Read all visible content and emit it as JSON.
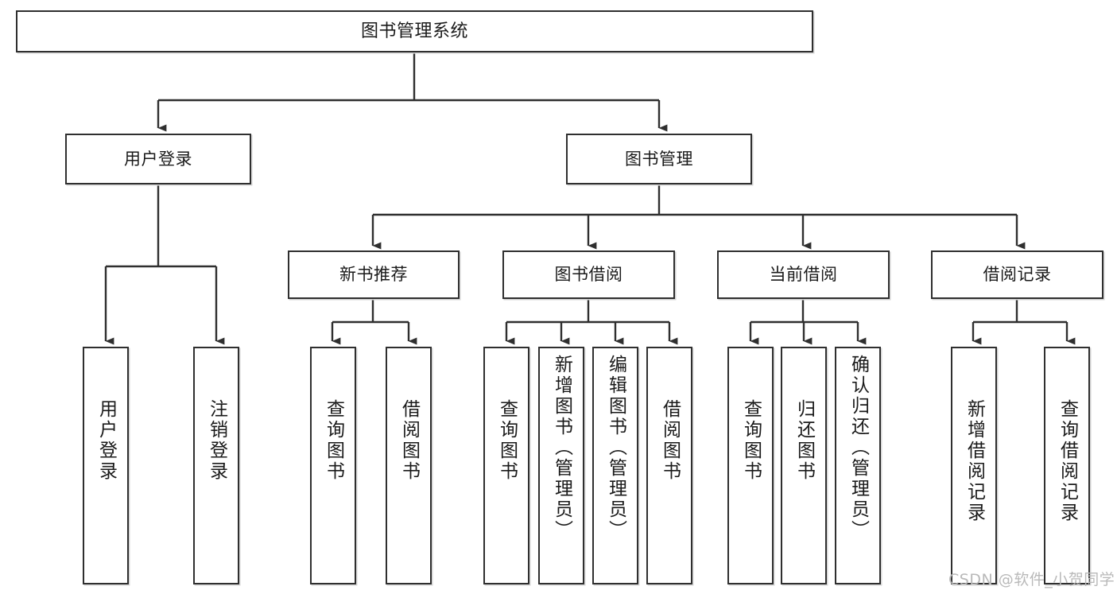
{
  "diagram": {
    "title": "图书管理系统",
    "type": "tree-hierarchy-diagram",
    "colors": {
      "border": "#2f2f2f",
      "fill": "#ffffff",
      "connector": "#2f2f2f",
      "watermark": "#b9b9b9"
    },
    "nodes": {
      "root": {
        "label": "图书管理系统"
      },
      "level2": [
        {
          "label": "用户登录"
        },
        {
          "label": "图书管理"
        }
      ],
      "level3": [
        {
          "label": "新书推荐"
        },
        {
          "label": "图书借阅"
        },
        {
          "label": "当前借阅"
        },
        {
          "label": "借阅记录"
        }
      ],
      "leaves_user_login": [
        {
          "label": "用户登录"
        },
        {
          "label": "注销登录"
        }
      ],
      "leaves_new_book": [
        {
          "label": "查询图书"
        },
        {
          "label": "借阅图书"
        }
      ],
      "leaves_book_borrow": [
        {
          "label": "查询图书"
        },
        {
          "label": "新增图书（管理员）"
        },
        {
          "label": "编辑图书（管理员）"
        },
        {
          "label": "借阅图书"
        }
      ],
      "leaves_current_borrow": [
        {
          "label": "查询图书"
        },
        {
          "label": "归还图书"
        },
        {
          "label": "确认归还（管理员）"
        }
      ],
      "leaves_borrow_record": [
        {
          "label": "新增借阅记录"
        },
        {
          "label": "查询借阅记录"
        }
      ]
    },
    "watermark": "CSDN @软件_小贺同学"
  }
}
